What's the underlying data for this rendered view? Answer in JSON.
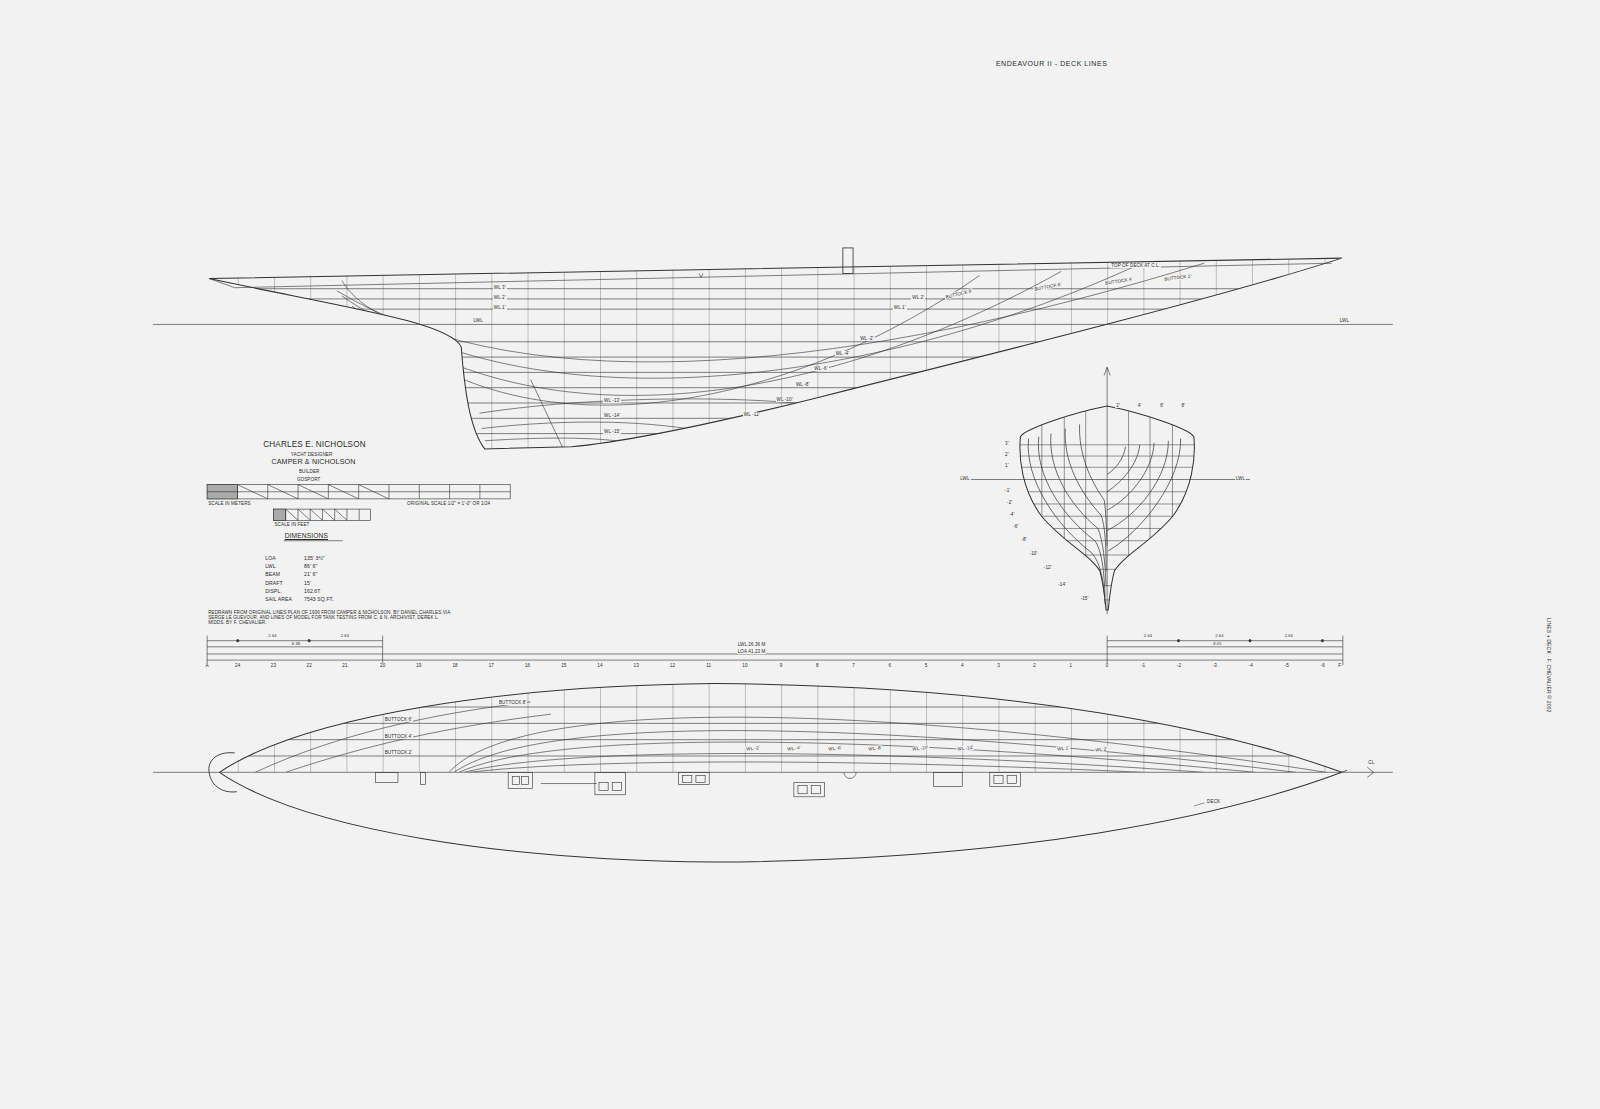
{
  "diagram": {
    "title": "ENDEAVOUR II - DECK LINES",
    "labels": [
      "CHARLES E. NICHOLSON",
      "YACHT DESIGNER",
      "CAMPER & NICHOLSON",
      "BUILDER",
      "GOSPORT",
      "SCALE IN METERS",
      "ORIGINAL SCALE 1/2\" = 1'-0\" OR 1/24",
      "SCALE IN FEET",
      "DIMENSIONS",
      "LOA",
      "135' 3½\"",
      "LWL",
      "86' 6\"",
      "BEAM",
      "21' 6\"",
      "DRAFT",
      "15'",
      "DISPL.",
      "162.6T",
      "SAIL AREA",
      "7543 SQ.FT.",
      "REDRAWN FROM ORIGINAL LINES PLAN OF 1936 FROM CAMPER & NICHOLSON, BY DANIEL CHARLES VIA SERGE LE GUEVOUR, AND LINES OF MODEL FOR TANK TESTING FROM C. & N. ARCHIVIST, DEREK L. MIDDS. BY F. CHEVALIER.",
      "LWL 26.36 M",
      "LOA 41.23 M",
      "2.64",
      "2.64",
      "6.38",
      "2.64",
      "2.64",
      "2.64",
      "8.05",
      "TOP OF DECK AT C.L.",
      "BUTTOCK 8'",
      "BUTTOCK 6'",
      "BUTTOCK 4'",
      "BUTTOCK 2'",
      "WL 3'",
      "WL 2'",
      "WL 1'",
      "LWL",
      "LWL",
      "WL 2'",
      "WL 1'",
      "WL -2'",
      "WL -4'",
      "WL -6'",
      "WL -8'",
      "WL -10'",
      "WL -12'",
      "WL -13'",
      "WL -14'",
      "WL -15'",
      "3'",
      "2'",
      "1'",
      "-1'",
      "-2'",
      "-4'",
      "-6'",
      "-8'",
      "-10'",
      "-12'",
      "-14'",
      "-15'",
      "2'",
      "4'",
      "6'",
      "8'",
      "LWL",
      "LWL",
      "BUTTOCK 8'",
      "BUTTOCK 6'",
      "BUTTOCK 4'",
      "BUTTOCK 2'",
      "WL -2'",
      "WL -4'",
      "WL -6'",
      "WL -8'",
      "WL -10'",
      "WL -12'",
      "WL 1'",
      "WL 2'",
      "DECK",
      "CL",
      "LINES + DECK · F. CHEVALIER © 2002",
      "A",
      "24",
      "23",
      "22",
      "21",
      "20",
      "19",
      "18",
      "17",
      "16",
      "15",
      "14",
      "13",
      "12",
      "11",
      "10",
      "9",
      "8",
      "7",
      "6",
      "5",
      "4",
      "3",
      "2",
      "1",
      "0",
      "-1",
      "-2",
      "-3",
      "-4",
      "-5",
      "-6",
      "F"
    ]
  }
}
